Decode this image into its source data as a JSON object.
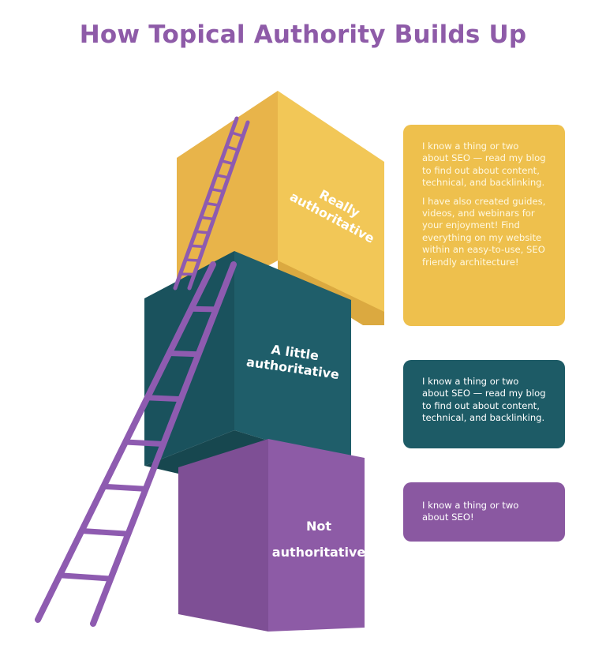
{
  "title": "How Topical Authority Builds Up",
  "levels": [
    {
      "label_line1": "Really",
      "label_line2": "authoritative",
      "color": "#eec04d",
      "description": [
        "I know a thing or two about SEO — read my blog to find out about content, technical, and backlinking.",
        "I have also created guides, videos, and webinars for your enjoyment! Find everything on my website within an easy-to-use, SEO friendly architecture!"
      ]
    },
    {
      "label_line1": "A little",
      "label_line2": "authoritative",
      "color": "#1d5b66",
      "description": [
        "I know a thing or two about SEO — read my blog to find out about content, technical, and backlinking."
      ]
    },
    {
      "label_line1": "Not",
      "label_line2": "authoritative",
      "color": "#8a58a1",
      "description": [
        "I know a thing or two about SEO!"
      ]
    }
  ],
  "ladder_color": "#8e5bb0"
}
